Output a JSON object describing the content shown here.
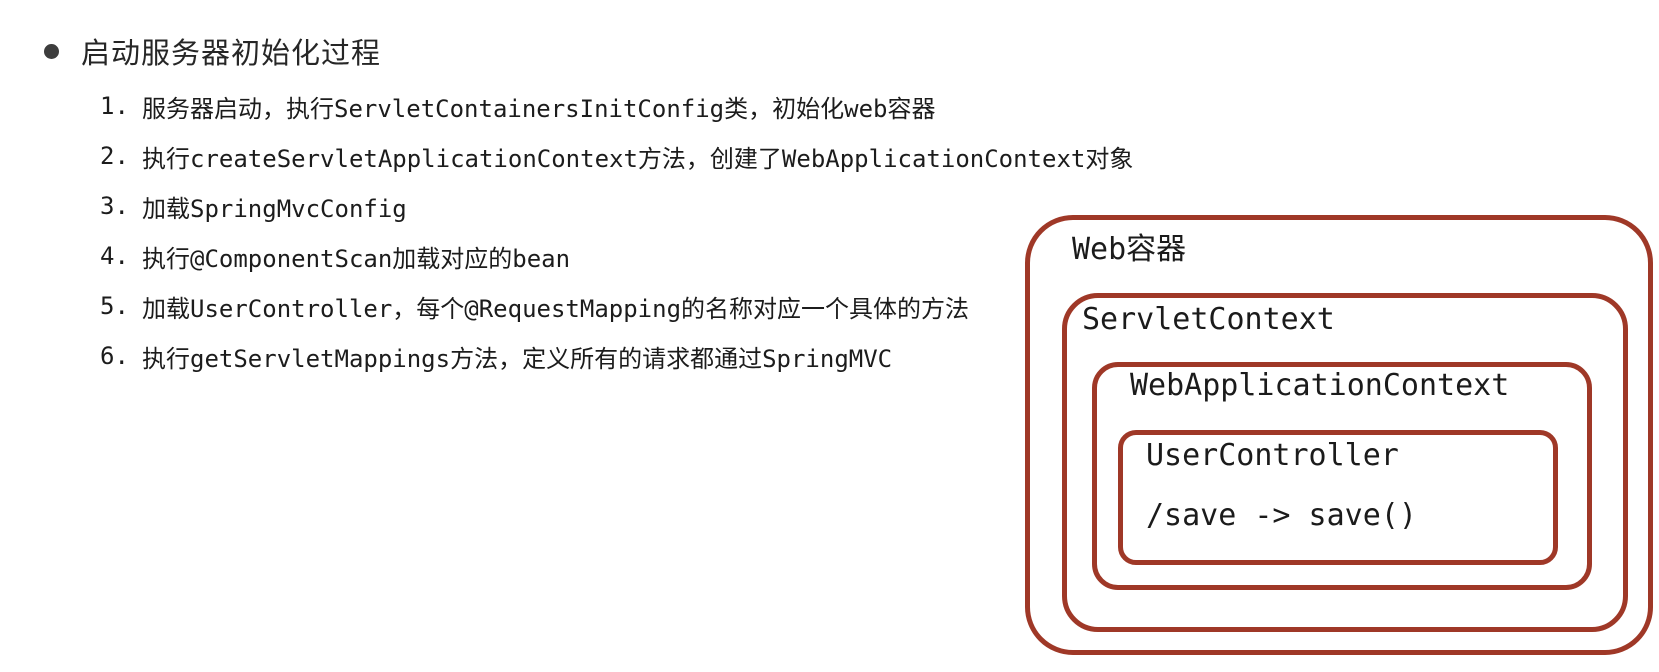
{
  "slide": {
    "title": "启动服务器初始化过程",
    "steps": [
      {
        "num": "1.",
        "text": "服务器启动，执行ServletContainersInitConfig类，初始化web容器"
      },
      {
        "num": "2.",
        "text": "执行createServletApplicationContext方法，创建了WebApplicationContext对象"
      },
      {
        "num": "3.",
        "text": "加载SpringMvcConfig"
      },
      {
        "num": "4.",
        "text": "执行@ComponentScan加载对应的bean"
      },
      {
        "num": "5.",
        "text": "加载UserController，每个@RequestMapping的名称对应一个具体的方法"
      },
      {
        "num": "6.",
        "text": "执行getServletMappings方法，定义所有的请求都通过SpringMVC"
      }
    ]
  },
  "diagram": {
    "border_color": "#9f3827",
    "boxes": [
      {
        "label": "Web容器"
      },
      {
        "label": "ServletContext"
      },
      {
        "label": "WebApplicationContext"
      },
      {
        "label": "UserController"
      }
    ],
    "mapping": "/save -> save()"
  }
}
